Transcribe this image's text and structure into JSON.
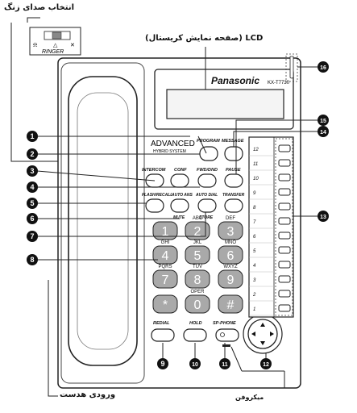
{
  "annotations": {
    "ringer_select": "انتخاب صدای زنگ",
    "lcd": "LCD (صفحه نمایش کریستال)",
    "headset_jack": "ورودی هدست",
    "microphone": "میکروفن",
    "ringer_switch_label": "RINGER"
  },
  "phone": {
    "brand": "Panasonic",
    "model": "KX-T7730",
    "system_title": "ADVANCED",
    "system_subtitle": "HYBRID SYSTEM"
  },
  "function_keys": {
    "program": "PROGRAM",
    "message": "MESSAGE",
    "intercom": "INTERCOM",
    "conf": "CONF",
    "fwd_dnd": "FWD/DND",
    "pause": "PAUSE",
    "flash_recall": "FLASH/RECALL",
    "auto_ans": "AUTO ANS",
    "mute": "MUTE",
    "auto_dial": "AUTO DIAL",
    "store": "STORE",
    "transfer": "TRANSFER",
    "redial": "REDIAL",
    "hold": "HOLD",
    "sp_phone": "SP-PHONE"
  },
  "dialpad": [
    {
      "digit": "1",
      "letters": ""
    },
    {
      "digit": "2",
      "letters": "ABC"
    },
    {
      "digit": "3",
      "letters": "DEF"
    },
    {
      "digit": "4",
      "letters": "GHI"
    },
    {
      "digit": "5",
      "letters": "JKL"
    },
    {
      "digit": "6",
      "letters": "MNO"
    },
    {
      "digit": "7",
      "letters": "PQRS"
    },
    {
      "digit": "8",
      "letters": "TUV"
    },
    {
      "digit": "9",
      "letters": "WXYZ"
    },
    {
      "digit": "*",
      "letters": ""
    },
    {
      "digit": "0",
      "letters": "OPER"
    },
    {
      "digit": "#",
      "letters": ""
    }
  ],
  "line_keys": [
    "12",
    "11",
    "10",
    "9",
    "8",
    "7",
    "6",
    "5",
    "4",
    "3",
    "2",
    "1"
  ],
  "callouts": [
    "1",
    "2",
    "3",
    "4",
    "5",
    "6",
    "7",
    "8",
    "9",
    "10",
    "11",
    "12",
    "13",
    "14",
    "15",
    "16"
  ]
}
